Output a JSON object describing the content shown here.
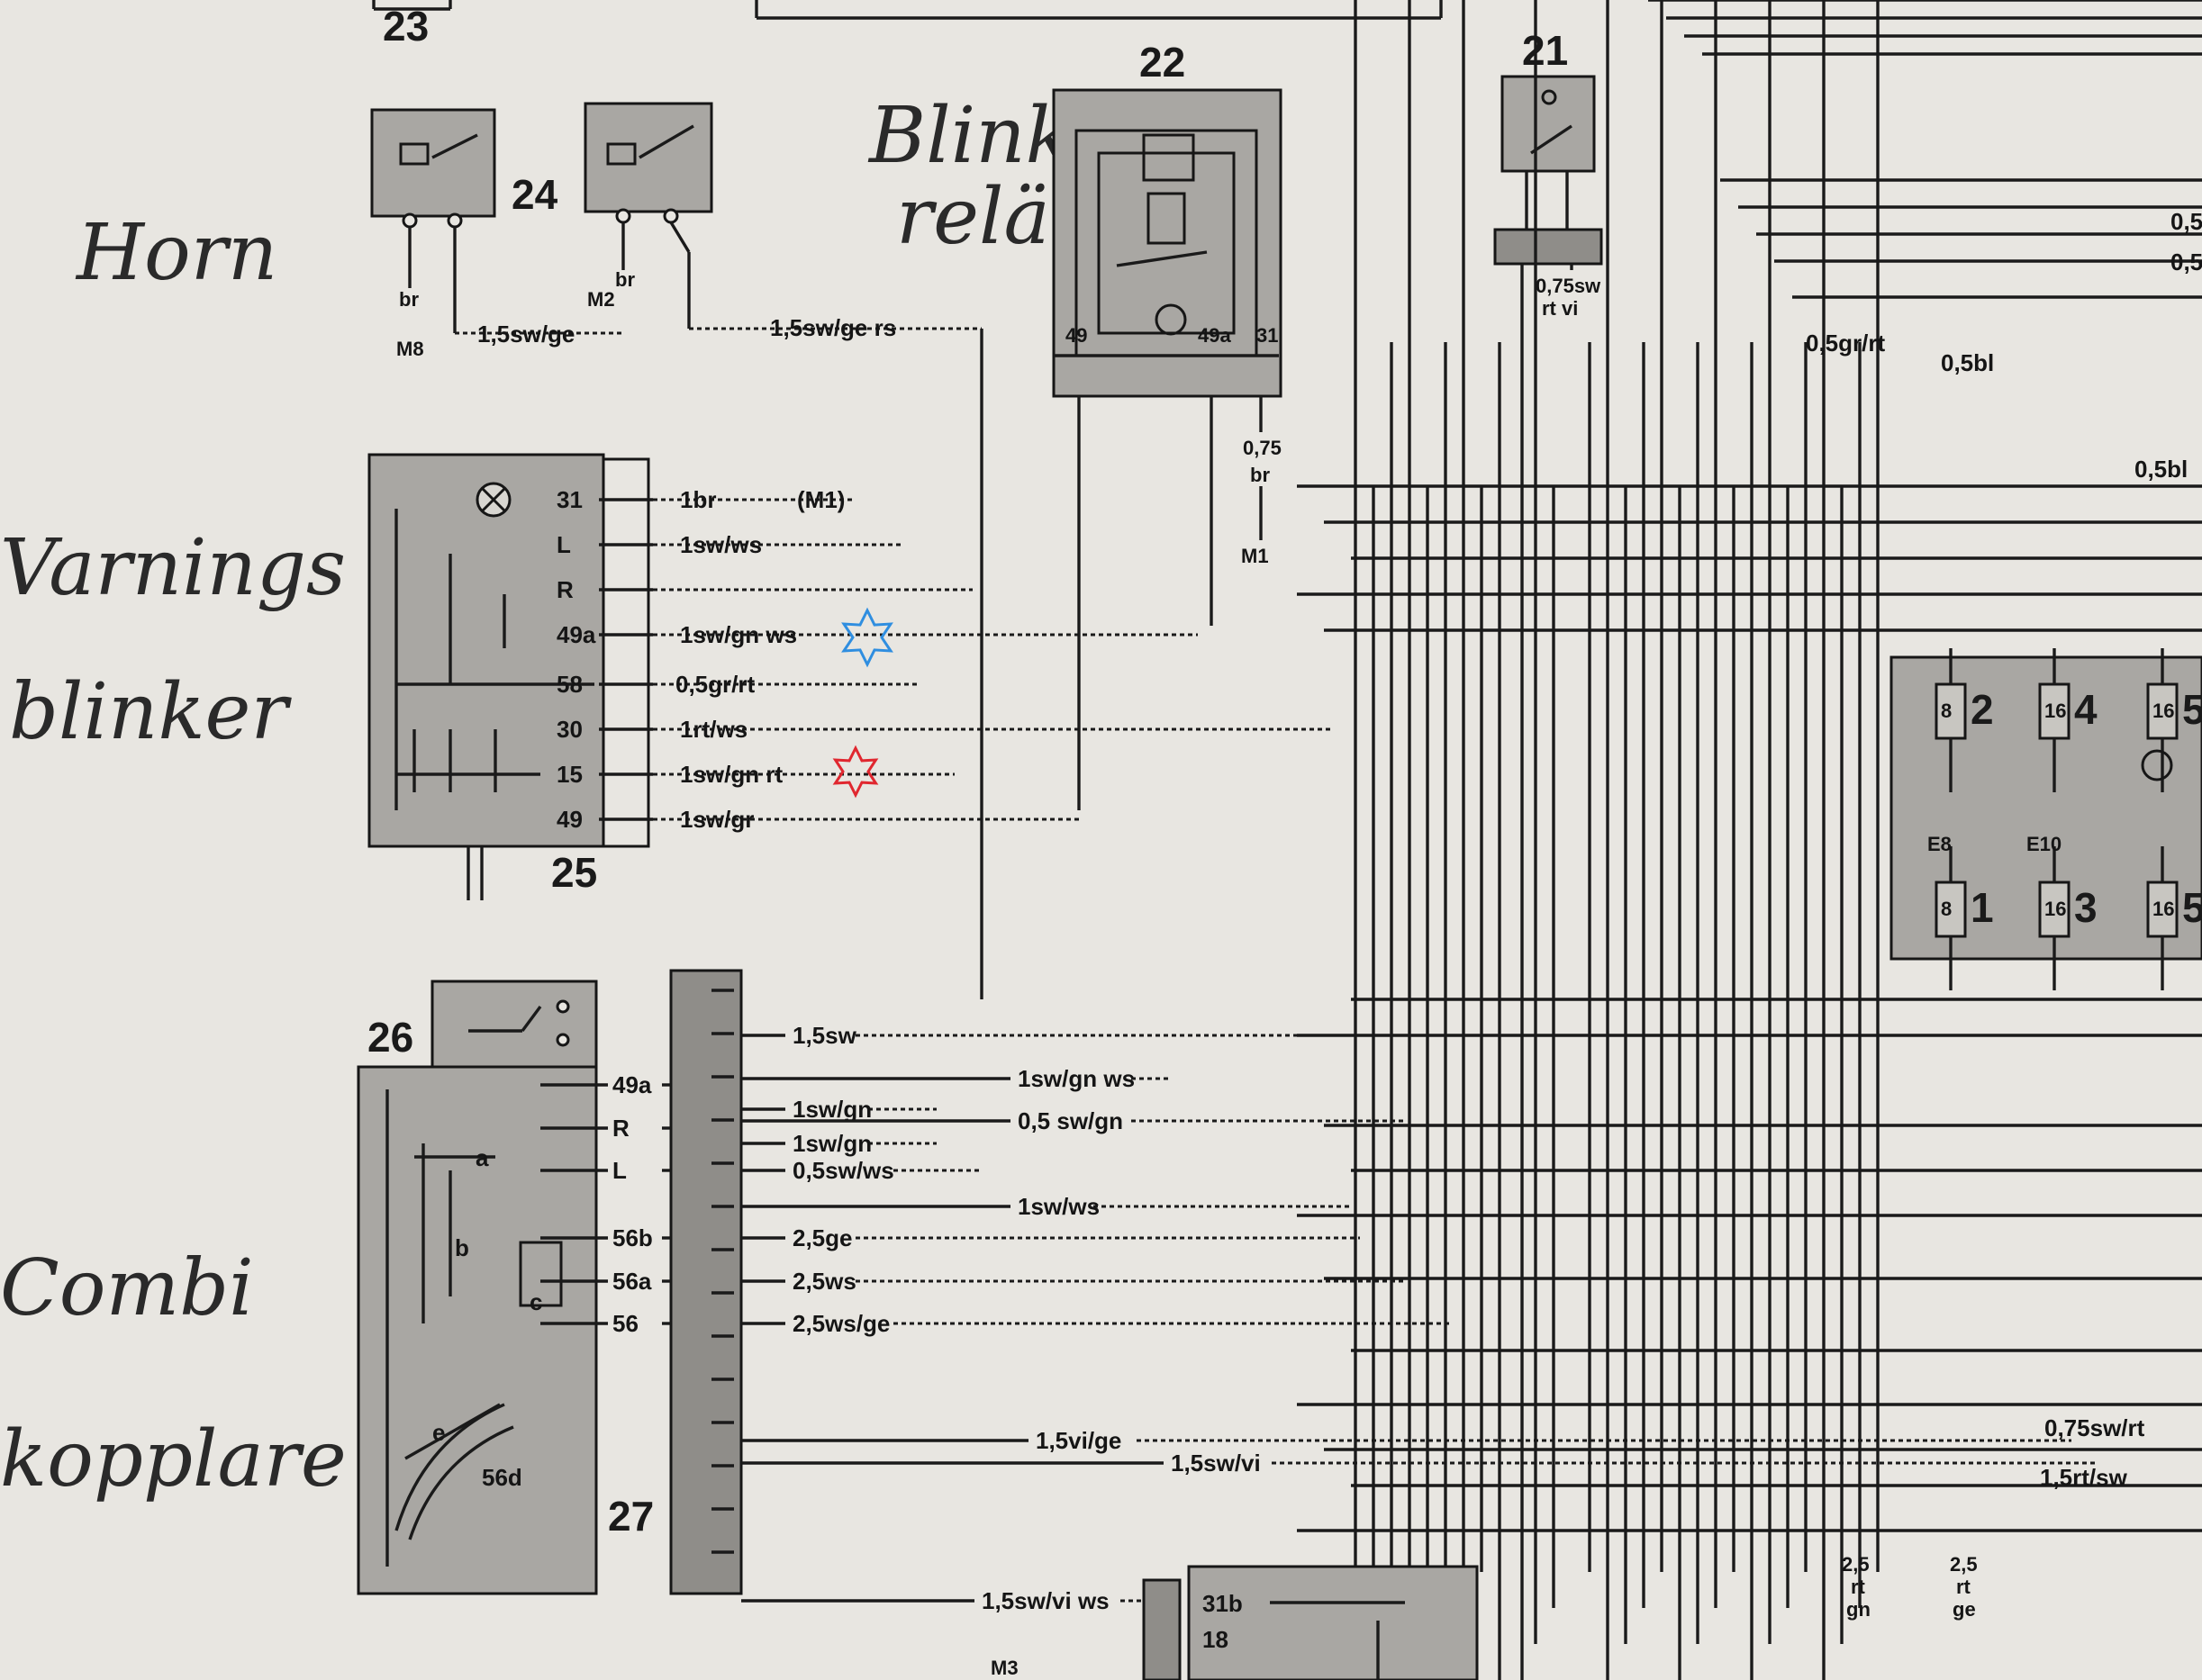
{
  "handwritten": {
    "horn": "Horn",
    "blink_rela": "Blink",
    "blink_rela_2": "relä",
    "varnings": "Varnings",
    "blinker": "blinker",
    "combi": "Combi",
    "kopplare": "kopplare"
  },
  "components": {
    "c21": "21",
    "c22": "22",
    "c23": "23",
    "c24": "24",
    "c25": "25",
    "c26": "26",
    "c27": "27"
  },
  "pins_25": [
    "31",
    "L",
    "R",
    "49a",
    "58",
    "30",
    "15",
    "49"
  ],
  "wires_25": [
    "1br",
    "(M1)",
    "1sw/ws",
    "1sw/gn ws",
    "0,5gr/rt",
    "1rt/ws",
    "1sw/gn rt",
    "1sw/gr"
  ],
  "horn_wires": {
    "w1": "br",
    "w1_to": "M8",
    "w2": "br",
    "w2_to": "M2",
    "w3": "1,5sw/ge",
    "w4": "1,5sw/ge rs"
  },
  "relay_22": {
    "pins": [
      "49",
      "49a",
      "31"
    ],
    "wire_31": "0,75",
    "wire_31b": "br",
    "wire_31_to": "M1"
  },
  "relay_21": {
    "wire1": "0,75sw",
    "wire2": "rt vi"
  },
  "pins_26": [
    "49a",
    "R",
    "L",
    "56b",
    "56a",
    "56",
    "a",
    "b",
    "c",
    "e",
    "56d"
  ],
  "wires_26": [
    "1,5sw",
    "1sw/gn ws",
    "1sw/gn",
    "0,5 sw/gn",
    "1sw/gn",
    "0,5sw/ws",
    "1sw/ws",
    "2,5ge",
    "2,5ws",
    "2,5ws/ge",
    "1,5vi/ge",
    "1,5sw/vi",
    "1,5sw/vi ws"
  ],
  "right_wires": [
    "0,5",
    "0,5",
    "0,5gr/rt",
    "0,5bl",
    "0,5bl",
    "0,75sw/rt",
    "1,5rt/sw"
  ],
  "fusebox": {
    "fuses": [
      "2",
      "4",
      "5",
      "1",
      "3",
      "5"
    ],
    "fuse_vals": [
      "8",
      "16",
      "16",
      "8",
      "16",
      "16"
    ],
    "fuse_labels": [
      "E8",
      "E10"
    ]
  },
  "bottom_wires": {
    "w1a": "2,5",
    "w1b": "rt",
    "w1c": "gn",
    "w2a": "2,5",
    "w2b": "rt",
    "w2c": "ge",
    "m3": "M3"
  },
  "connector_bottom": [
    "31b",
    "18"
  ],
  "markers": {
    "blue": "#2f8ee0",
    "red": "#e0272f"
  }
}
